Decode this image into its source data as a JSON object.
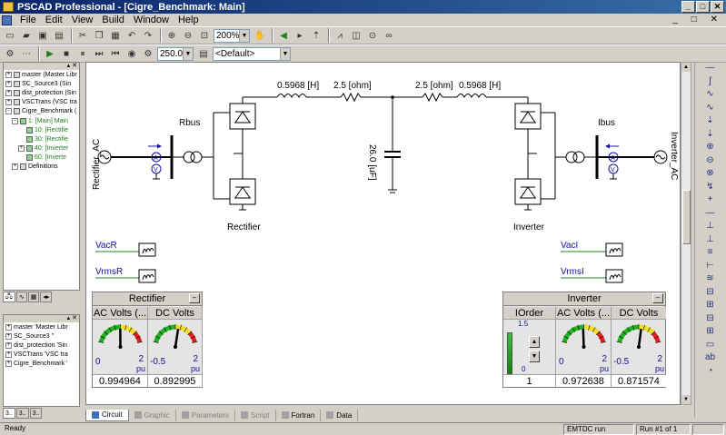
{
  "window": {
    "title": "PSCAD Professional - [Cigre_Benchmark: Main]",
    "buttons": [
      "_",
      "□",
      "✕"
    ]
  },
  "menu": [
    "File",
    "Edit",
    "View",
    "Build",
    "Window",
    "Help"
  ],
  "toolbar": {
    "zoom": "200%",
    "duration": "250.0",
    "layer": "<Default>"
  },
  "tree": {
    "items": [
      {
        "label": "master (Master Libr",
        "level": 0,
        "expander": "+",
        "green": false
      },
      {
        "label": "SC_Source3 (Sin",
        "level": 0,
        "expander": "+",
        "green": false
      },
      {
        "label": "dist_protection (Sin",
        "level": 0,
        "expander": "+",
        "green": false
      },
      {
        "label": "VSCTrans (VSC tra",
        "level": 0,
        "expander": "+",
        "green": false
      },
      {
        "label": "Cigre_Benchmark (",
        "level": 0,
        "expander": "-",
        "green": false
      },
      {
        "label": "1: [Main] Main",
        "level": 1,
        "expander": "-",
        "green": true
      },
      {
        "label": "10: [Rectifie",
        "level": 2,
        "expander": "",
        "green": true
      },
      {
        "label": "30: [Rectifie",
        "level": 2,
        "expander": "",
        "green": true
      },
      {
        "label": "40: [Inverter",
        "level": 2,
        "expander": "+",
        "green": true
      },
      {
        "label": "60: [Inverte",
        "level": 2,
        "expander": "",
        "green": true
      },
      {
        "label": "Definitions",
        "level": 1,
        "expander": "+",
        "green": false
      }
    ],
    "tabs": [
      "",
      "",
      ""
    ]
  },
  "tree2": {
    "items": [
      {
        "label": "master 'Master Libr",
        "expander": "+"
      },
      {
        "label": "SC_Source3 ''",
        "expander": "+"
      },
      {
        "label": "dist_protection 'Sin",
        "expander": "+"
      },
      {
        "label": "VSCTrans 'VSC tra",
        "expander": "+"
      },
      {
        "label": "Cigre_Benchmark '",
        "expander": "+"
      }
    ],
    "tabs": [
      "3..",
      "3..",
      "3.."
    ]
  },
  "circuit": {
    "labels": {
      "rectifier_ac": "Rectifier_AC",
      "inverter_ac": "Inverter_AC",
      "rbus": "Rbus",
      "ibus": "Ibus",
      "rectifier": "Rectifier",
      "inverter": "Inverter",
      "l1": "0.5968 [H]",
      "r1": "2.5 [ohm]",
      "r2": "2.5 [ohm]",
      "l2": "0.5968 [H]",
      "cap": "26.0 [uF]",
      "vacr": "VacR",
      "vrmsr": "VrmsR",
      "vaci": "VacI",
      "vrmsi": "VrmsI"
    }
  },
  "meters": {
    "rectifier": {
      "title": "Rectifier",
      "min_btn": "–",
      "gauges": [
        {
          "label": "AC Volts (...",
          "value": "0.994964",
          "min": "0",
          "max": "2",
          "unit": "pu",
          "reading": 0.994964
        },
        {
          "label": "DC Volts",
          "value": "0.892995",
          "min": "-0.5",
          "max": "2",
          "unit": "pu",
          "reading": 0.892995
        }
      ]
    },
    "inverter": {
      "title": "Inverter",
      "min_btn": "–",
      "order": {
        "label": "IOrder",
        "value": "1",
        "max": "1.5",
        "min": "0",
        "level": 0.667
      },
      "gauges": [
        {
          "label": "AC Volts (...",
          "value": "0.972638",
          "min": "0",
          "max": "2",
          "unit": "pu",
          "reading": 0.972638
        },
        {
          "label": "DC Volts",
          "value": "0.871574",
          "min": "-0.5",
          "max": "2",
          "unit": "pu",
          "reading": 0.871574
        }
      ]
    }
  },
  "bottom_tabs": [
    "Circuit",
    "Graphic",
    "Parameters",
    "Script",
    "Fortran",
    "Data"
  ],
  "palette": [
    "—",
    "ʃ",
    "∿",
    "∿",
    "⇣",
    "⇣",
    "⊕",
    "⊖",
    "⊗",
    "↯",
    "+",
    "—",
    "⊥",
    "⊥",
    "≡",
    "⊢",
    "≋",
    "⊟",
    "⊞",
    "⊟",
    "⊞",
    "▭",
    "ab",
    "◔"
  ],
  "status": {
    "left": "Ready",
    "message": "EMTDC run completed.",
    "run": "Run #1 of 1"
  },
  "colors": {
    "title_start": "#0a246a",
    "title_end": "#3a6ea5",
    "wire": "#000000",
    "signal": "#208020",
    "label": "#1010a0"
  }
}
